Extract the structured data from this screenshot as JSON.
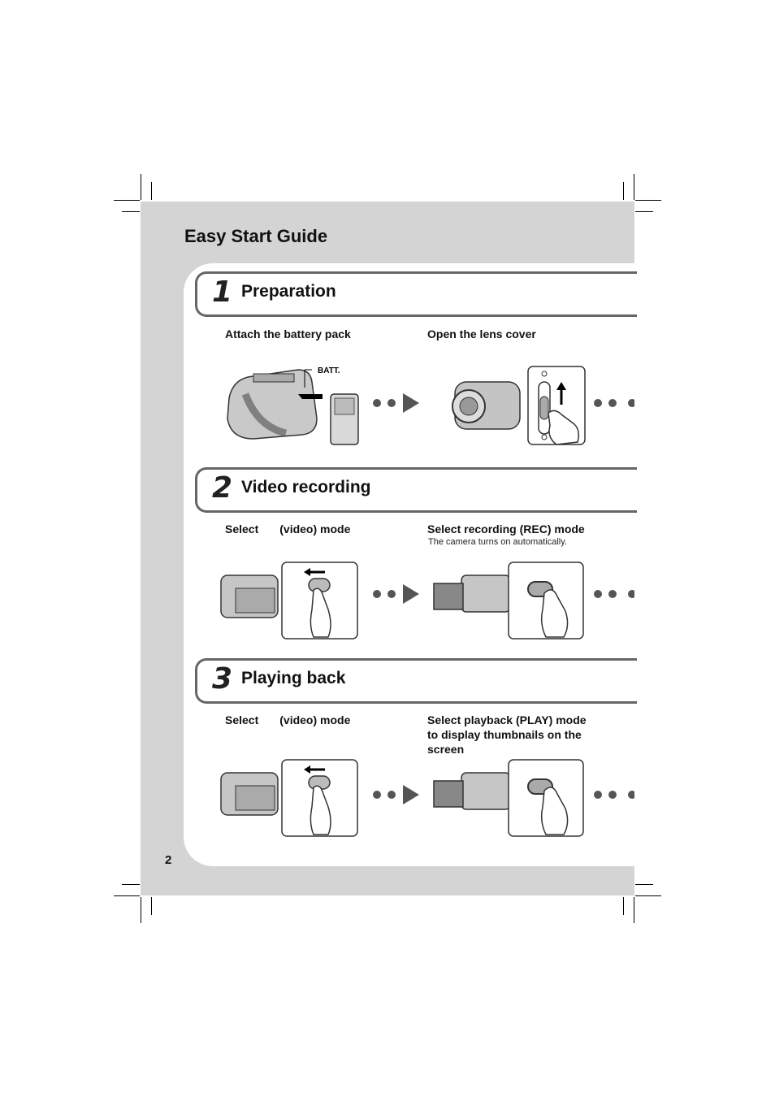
{
  "header": {
    "title": "Easy Start Guide"
  },
  "page_number": "2",
  "sections": [
    {
      "number": "1",
      "title": "Preparation",
      "steps": [
        {
          "text": "Attach the battery pack",
          "illustration_label": "BATT."
        },
        {
          "text": "Open the lens cover"
        }
      ]
    },
    {
      "number": "2",
      "title": "Video recording",
      "steps": [
        {
          "select_word": "Select",
          "mode_text": "(video) mode"
        },
        {
          "text": "Select recording (REC) mode",
          "note": "The camera turns on automatically."
        }
      ]
    },
    {
      "number": "3",
      "title": "Playing back",
      "steps": [
        {
          "select_word": "Select",
          "mode_text": "(video) mode"
        },
        {
          "line1": "Select playback (PLAY) mode",
          "line2": "to display thumbnails on the",
          "line3": "screen"
        }
      ]
    }
  ],
  "icons": [
    "camcorder-battery-illustration",
    "lens-cover-switch-illustration",
    "mode-switch-illustration",
    "select-button-illustration",
    "arrow-right-icon"
  ]
}
